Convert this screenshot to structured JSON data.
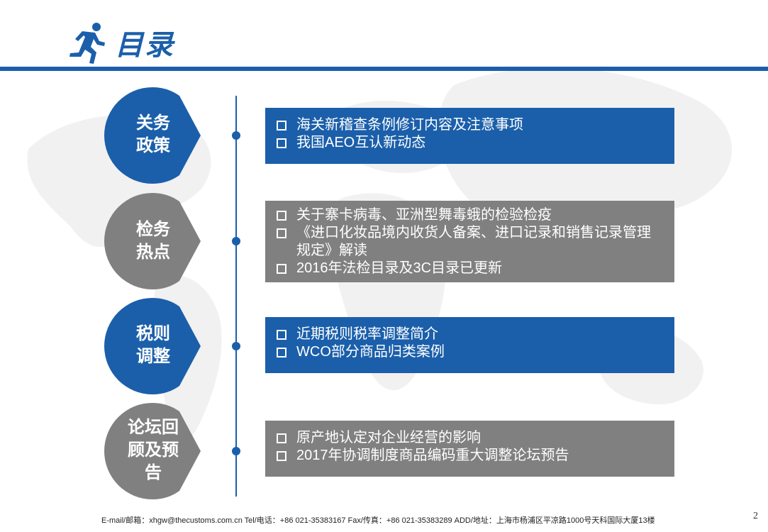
{
  "header": {
    "title": "目录",
    "icon": "runner-icon",
    "accent": "#1b5faa"
  },
  "sections": [
    {
      "label": "关务\n政策",
      "color": "#1b5faa",
      "items": [
        "海关新稽查条例修订内容及注意事项",
        "我国AEO互认新动态"
      ]
    },
    {
      "label": "检务\n热点",
      "color": "#808080",
      "items": [
        "关于寨卡病毒、亚洲型舞毒蛾的检验检疫",
        "《进口化妆品境内收货人备案、进口记录和销售记录管理规定》解读",
        "2016年法检目录及3C目录已更新"
      ]
    },
    {
      "label": "税则\n调整",
      "color": "#1b5faa",
      "items": [
        "近期税则税率调整简介",
        "WCO部分商品归类案例"
      ]
    },
    {
      "label": "论坛回\n顾及预\n告",
      "color": "#808080",
      "items": [
        "原产地认定对企业经营的影响",
        "2017年协调制度商品编码重大调整论坛预告"
      ]
    }
  ],
  "footer": {
    "contact": "E-mail/邮箱：xhgw@thecustoms.com.cn  Tel/电话：+86 021-35383167    Fax/传真：+86 021-35383289 ADD/地址：上海市杨浦区平凉路1000号天科国际大厦13楼",
    "page_number": "2"
  }
}
